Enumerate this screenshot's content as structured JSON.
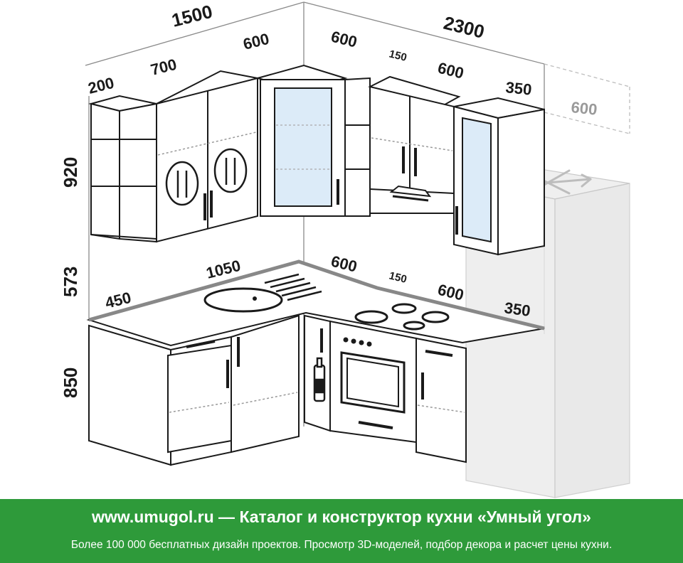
{
  "dimensions": {
    "upper_total_left": "1500",
    "upper_total_right": "2300",
    "upper_shelf_width": "200",
    "upper_left_cabinet": "700",
    "upper_corner_left": "600",
    "upper_corner_right": "600",
    "upper_gap": "150",
    "upper_right_cabinet": "600",
    "upper_end_cabinet": "350",
    "fridge_width": "600",
    "wall_height": "920",
    "backsplash_height": "573",
    "base_height": "850",
    "counter_left_end": "450",
    "counter_left_main": "1050",
    "counter_corner_right": "600",
    "counter_gap": "150",
    "counter_right_main": "600",
    "counter_right_end": "350"
  },
  "footer": {
    "headline": "www.umugol.ru — Каталог и конструктор кухни «Умный угол»",
    "subline": "Более 100 000 бесплатных дизайн проектов. Просмотр 3D-моделей, подбор декора и расчет цены кухни."
  },
  "colors": {
    "footer_bg": "#2e9a3a",
    "glass": "#dcebf8",
    "outline": "#1a1a1a",
    "ghost_outline": "#b5b5b5"
  }
}
